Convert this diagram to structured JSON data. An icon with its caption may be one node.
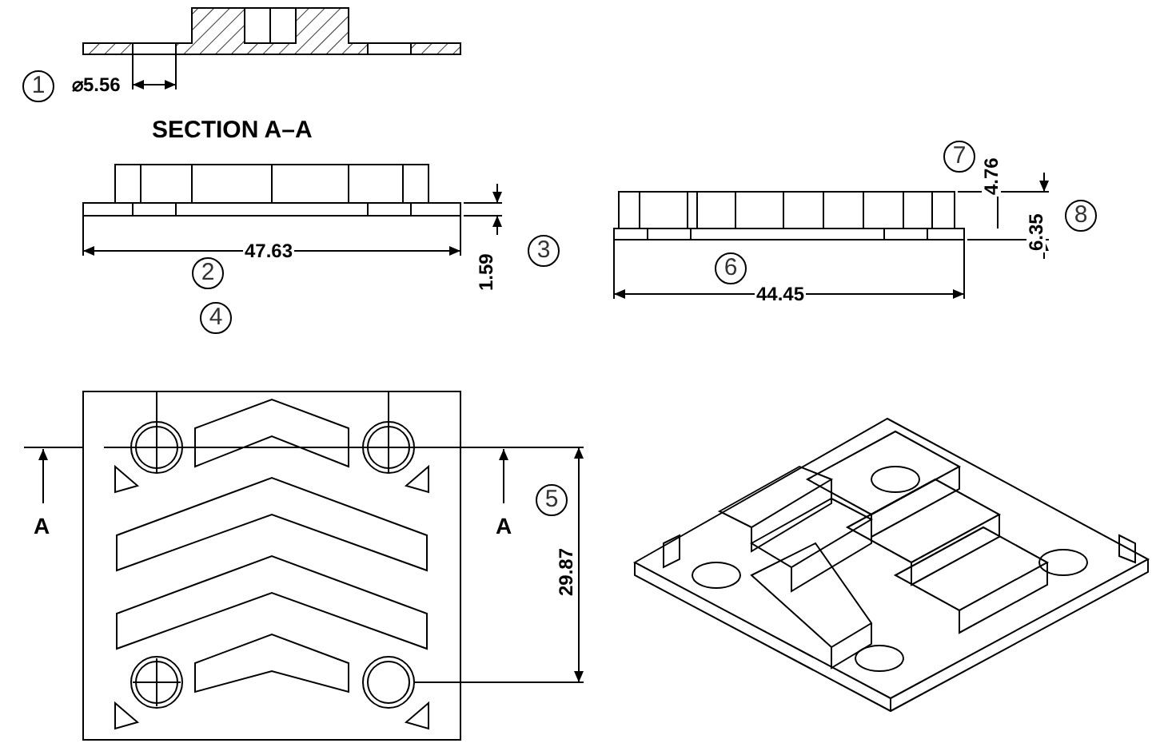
{
  "diagram": {
    "labels": [
      "1",
      "⌀5.56",
      "SECTION A–A",
      "7",
      "4.76",
      "8",
      "6.35",
      "2",
      "47.63",
      "1.59",
      "3",
      "6",
      "44.45",
      "4",
      "A",
      "A",
      "5",
      "29.87"
    ]
  }
}
